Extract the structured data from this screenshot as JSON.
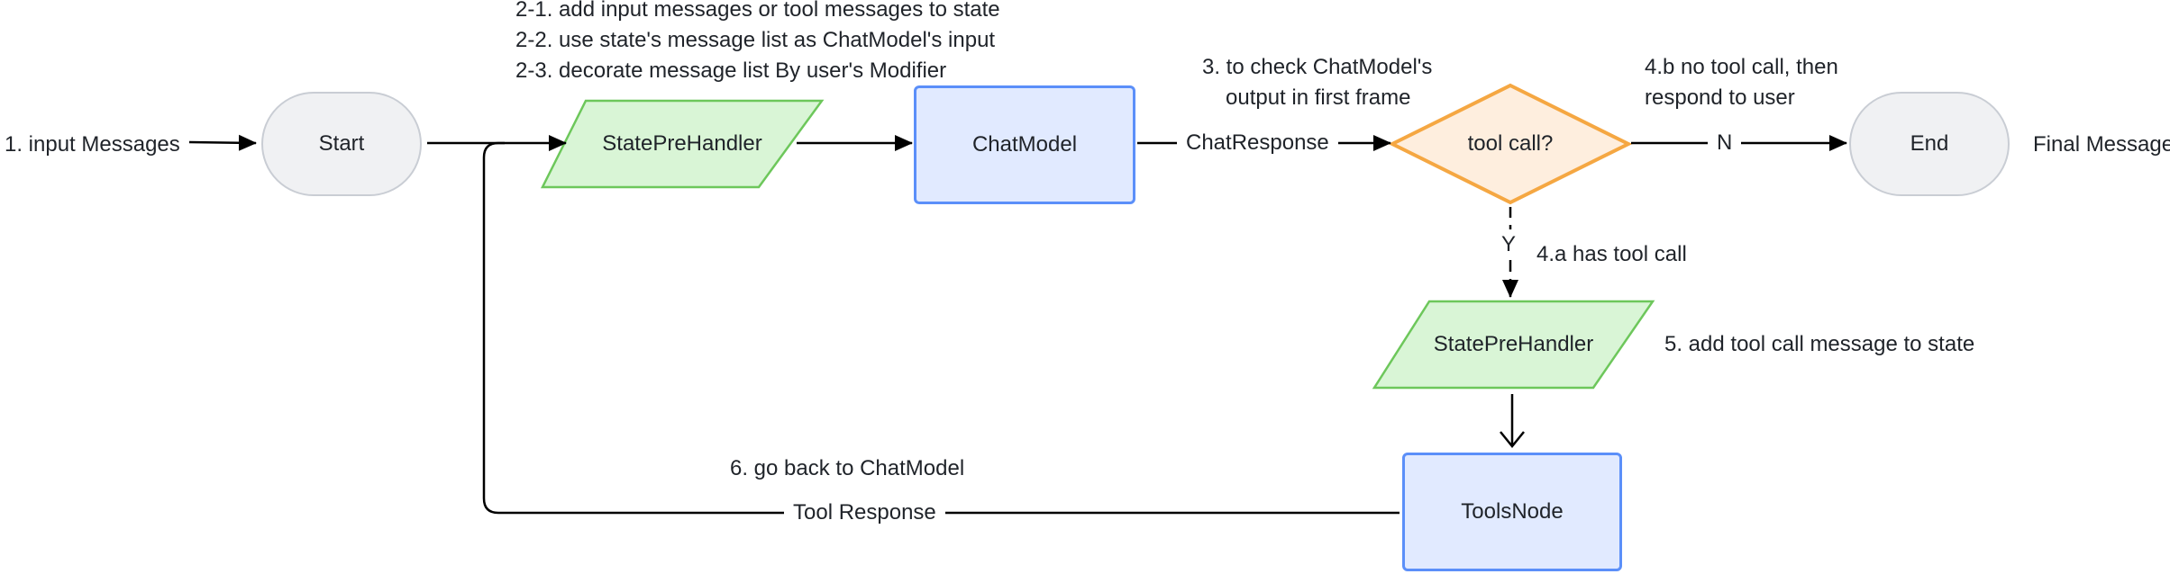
{
  "labels": {
    "input_messages": "1. input Messages",
    "prehandler_notes": [
      "2-1. add input messages or tool messages to state",
      "2-2. use state's message list as ChatModel's input",
      "2-3. decorate message list By user's Modifier"
    ],
    "check_output": [
      "3. to check ChatModel's",
      "output in first frame"
    ],
    "chat_response": "ChatResponse",
    "no_tool_call": [
      "4.b no tool call, then",
      "respond to user"
    ],
    "branch_no": "N",
    "final_message": "Final Message",
    "branch_yes": "Y",
    "has_tool_call": "4.a has tool call",
    "add_tool_call_msg": "5. add tool call message to state",
    "go_back": "6. go back to ChatModel",
    "tool_response": "Tool Response"
  },
  "nodes": {
    "start": "Start",
    "state_pre_handler_1": "StatePreHandler",
    "chat_model": "ChatModel",
    "tool_call_decision": "tool call?",
    "end": "End",
    "state_pre_handler_2": "StatePreHandler",
    "tools_node": "ToolsNode"
  },
  "colors": {
    "terminal_fill": "#f0f1f3",
    "terminal_stroke": "#c9cdd4",
    "process_fill": "#e1eaff",
    "process_stroke": "#5b8ff9",
    "handler_fill": "#d9f5d6",
    "handler_stroke": "#6dc75b",
    "decision_fill": "#feeede",
    "decision_stroke": "#f5a742",
    "line": "#000000"
  }
}
